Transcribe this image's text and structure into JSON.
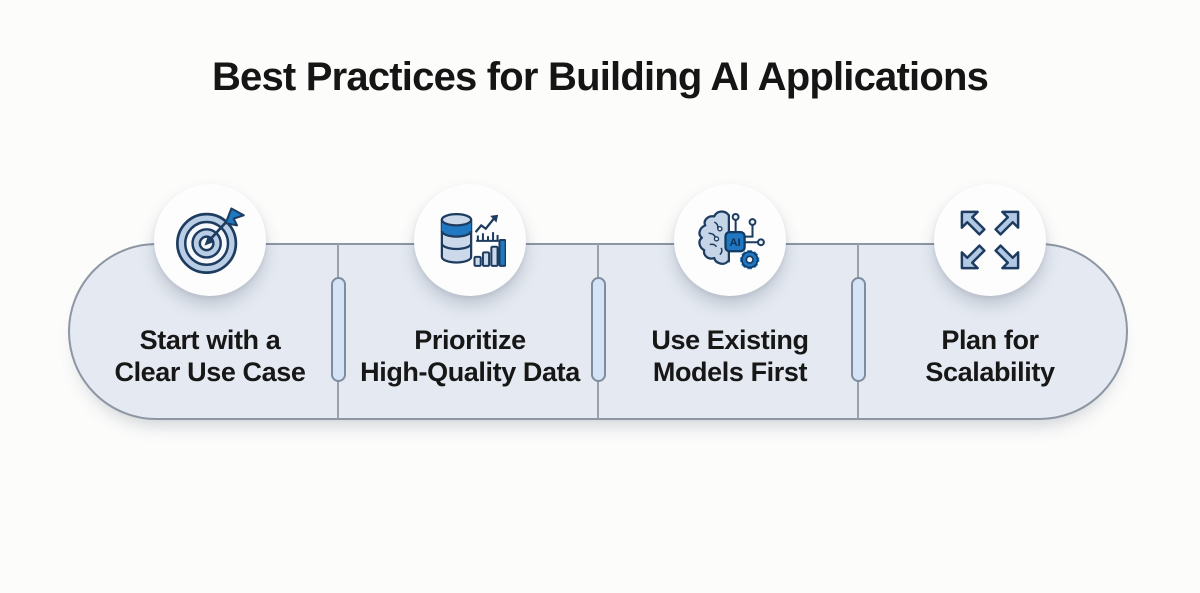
{
  "title": "Best Practices for Building AI Applications",
  "steps": [
    {
      "line1": "Start with a",
      "line2": "Clear Use Case",
      "icon": "target-icon"
    },
    {
      "line1": "Prioritize",
      "line2": "High-Quality Data",
      "icon": "database-chart-icon"
    },
    {
      "line1": "Use Existing",
      "line2": "Models First",
      "icon": "ai-brain-icon"
    },
    {
      "line1": "Plan for",
      "line2": "Scalability",
      "icon": "expand-arrows-icon"
    }
  ],
  "ai_chip_label": "AI",
  "colors": {
    "background": "#fcfcfb",
    "band_fill": "#e5eaf2",
    "band_border": "#8d96a3",
    "capsule_fill": "#d4e4f6",
    "capsule_border": "#7e8c9d",
    "icon_navy": "#1d3c60",
    "icon_blue": "#1f78c1",
    "icon_light_blue": "#b9cee5",
    "text": "#171717"
  }
}
